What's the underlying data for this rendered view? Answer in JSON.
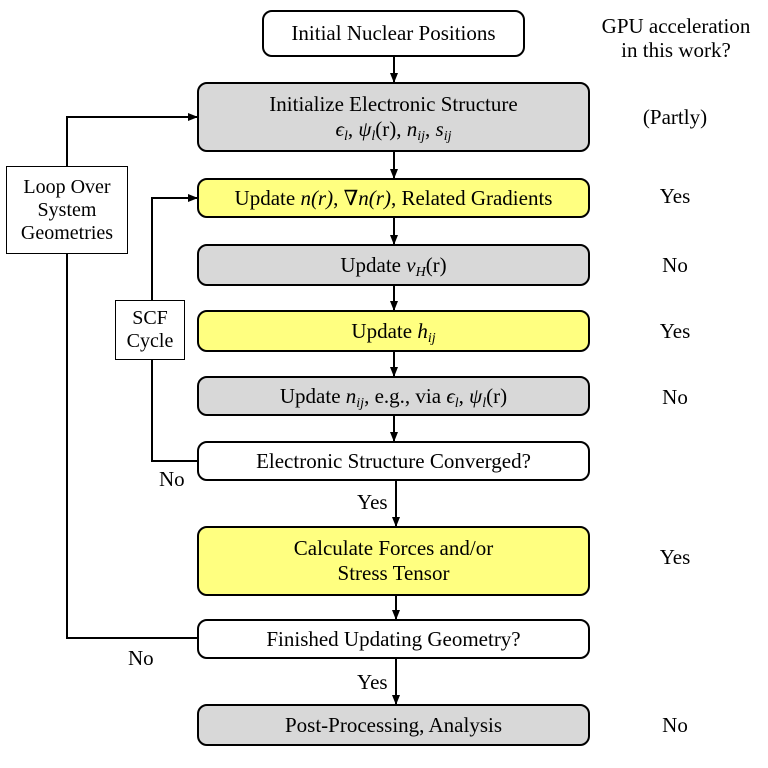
{
  "steps": {
    "initial": "Initial Nuclear Positions",
    "init_es_title": "Initialize Electronic Structure",
    "init_es_formula": {
      "eps": "ϵ",
      "eps_sub": "l",
      "psi": "ψ",
      "psi_sub": "l",
      "psi_arg": "(r)",
      "n": "n",
      "n_sub": "ij",
      "s": "s",
      "s_sub": "ij",
      "sep": ", "
    },
    "update_density": {
      "word": "Update",
      "n_r": "n(r)",
      "grad": "∇n(r)",
      "tail": "Related Gradients",
      "sep": ", "
    },
    "update_vh": {
      "word": "Update",
      "v": "v",
      "v_sub": "H",
      "arg": "(r)"
    },
    "update_h": {
      "word": "Update",
      "h": "h",
      "h_sub": "ij"
    },
    "update_nij": {
      "word": "Update",
      "n": "n",
      "n_sub": "ij",
      "middle": ", e.g., via ",
      "eps": "ϵ",
      "eps_sub": "l",
      "psi": "ψ",
      "psi_sub": "l",
      "psi_arg": "(r)",
      "sep": ", "
    },
    "converged": "Electronic Structure Converged?",
    "forces_line1": "Calculate Forces and/or",
    "forces_line2": "Stress Tensor",
    "finished": "Finished Updating Geometry?",
    "post": "Post-Processing, Analysis"
  },
  "loops": {
    "outer_line1": "Loop Over",
    "outer_line2": "System",
    "outer_line3": "Geometries",
    "scf_line1": "SCF",
    "scf_line2": "Cycle"
  },
  "edge_labels": {
    "converged_no": "No",
    "converged_yes": "Yes",
    "finished_no": "No",
    "finished_yes": "Yes"
  },
  "gpu_column": {
    "header_line1": "GPU acceleration",
    "header_line2": "in this work?",
    "init_es": "(Partly)",
    "update_density": "Yes",
    "update_vh": "No",
    "update_h": "Yes",
    "update_nij": "No",
    "forces": "Yes",
    "post": "No"
  },
  "colors": {
    "gray_box": "#d8d8d8",
    "yellow_box": "#ffff80",
    "white_box": "#ffffff",
    "line": "#000000"
  }
}
